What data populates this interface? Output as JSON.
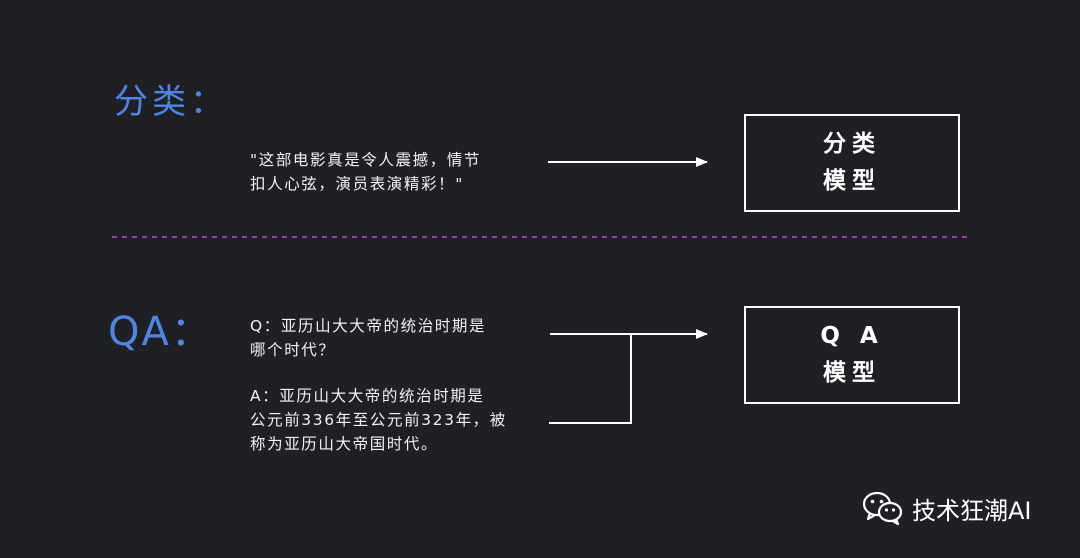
{
  "classification": {
    "section_label": "分类：",
    "input_line1": "\"这部电影真是令人震撼，情节",
    "input_line2": "扣人心弦，演员表演精彩！\"",
    "model_line1": "分类",
    "model_line2": "模型"
  },
  "qa": {
    "section_label": "QA：",
    "q_line1": "Q：亚历山大大帝的统治时期是",
    "q_line2": "哪个时代？",
    "a_line1": "A：亚历山大大帝的统治时期是",
    "a_line2": "公元前336年至公元前323年，被",
    "a_line3": "称为亚历山大帝国时代。",
    "model_line1": "Q A",
    "model_line2": "模型"
  },
  "watermark": {
    "text": "技术狂潮AI",
    "icon": "wechat-icon"
  },
  "colors": {
    "background": "#1f2023",
    "section_label": "#4f86e6",
    "divider": "#8e3fb0",
    "foreground": "#ffffff"
  }
}
